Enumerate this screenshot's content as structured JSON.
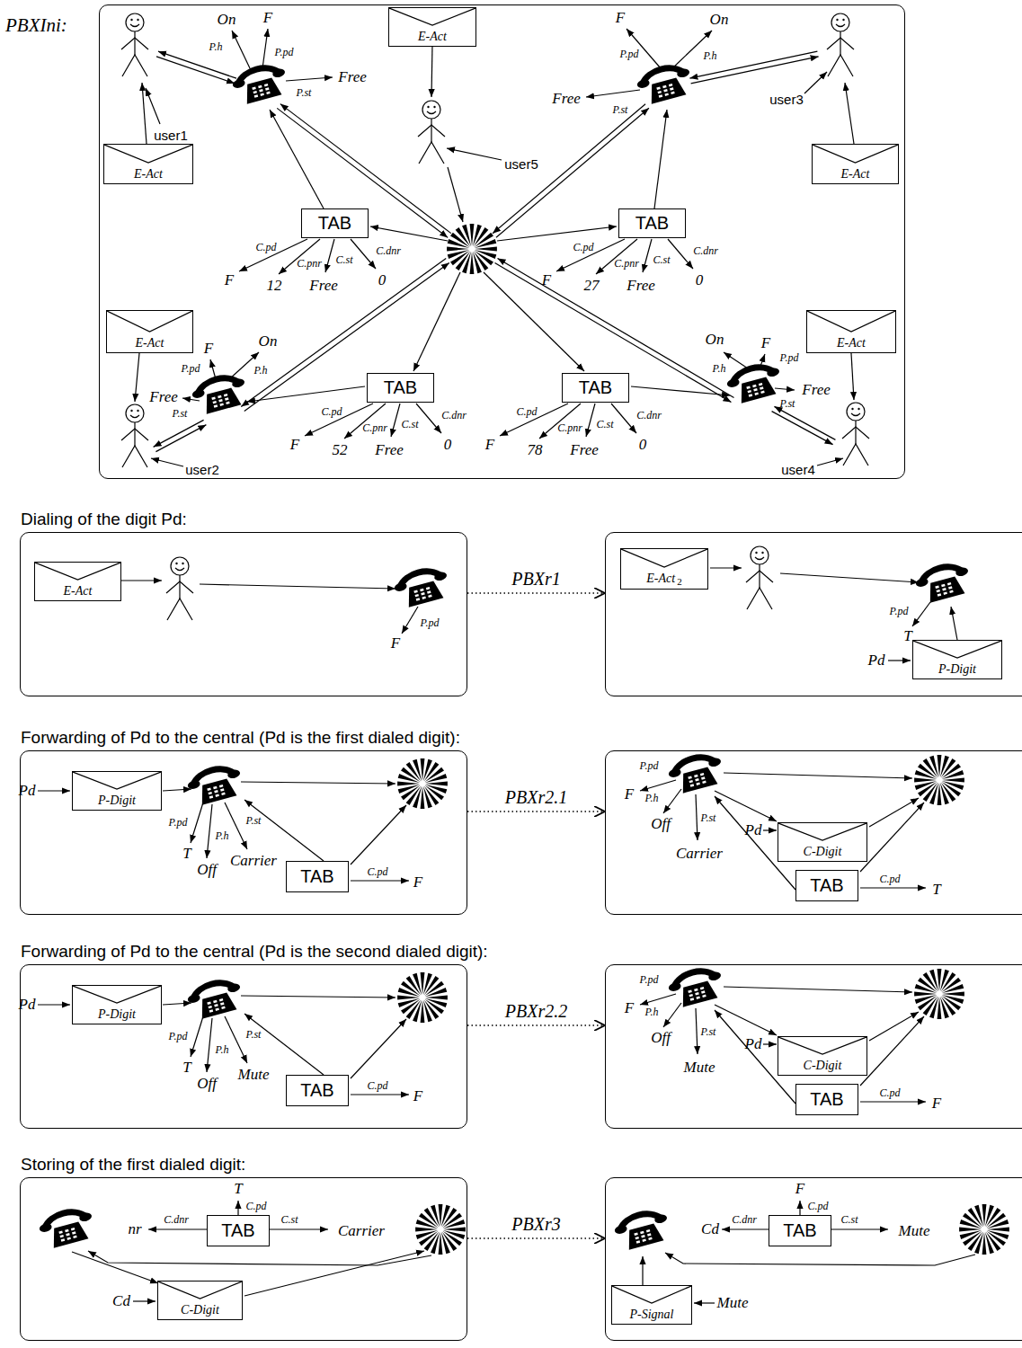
{
  "diagram": {
    "nodes": [
      {
        "text": [
          "PBXIni:"
        ]
      },
      {
        "text": [
          "E-Act"
        ],
        "in": 0
      },
      {
        "text": [
          "E-Act"
        ],
        "in": 0
      },
      {
        "text": [
          "E-Act"
        ],
        "in": 0
      },
      {
        "text": [
          "TAB"
        ],
        "in": 0
      },
      {
        "text": [
          "TAB"
        ],
        "in": 0
      },
      {
        "text": [
          "E-Act"
        ],
        "in": 0
      },
      {
        "text": [
          "E-Act"
        ],
        "in": 0
      },
      {
        "text": [
          "TAB"
        ],
        "in": 0
      },
      {
        "text": [
          "TAB"
        ],
        "in": 0
      },
      {
        "text": [
          "Dialing of the digit Pd:"
        ]
      },
      {
        "text": [
          "E-Act"
        ],
        "in": 10
      },
      {
        "text": []
      },
      {
        "text": [
          "E-Act",
          "2"
        ],
        "in": 12
      },
      {
        "text": [
          "P-Digit"
        ],
        "in": 12
      },
      {
        "text": [
          "Forwarding of Pd to the central (Pd is the first dialed digit):"
        ]
      },
      {
        "text": [
          "P-Digit"
        ],
        "in": 15
      },
      {
        "text": [
          "TAB"
        ],
        "in": 15
      },
      {
        "text": []
      },
      {
        "text": [
          "C-Digit"
        ],
        "in": 18
      },
      {
        "text": [
          "TAB"
        ],
        "in": 18
      },
      {
        "text": [
          "Forwarding of Pd to the central (Pd is the second dialed digit):"
        ]
      },
      {
        "text": [
          "P-Digit"
        ],
        "in": 21
      },
      {
        "text": [
          "TAB"
        ],
        "in": 21
      },
      {
        "text": []
      },
      {
        "text": [
          "C-Digit"
        ],
        "in": 24
      },
      {
        "text": [
          "TAB"
        ],
        "in": 24
      },
      {
        "text": [
          "Storing of the first dialed digit:"
        ]
      },
      {
        "text": [
          "TAB"
        ],
        "in": 27
      },
      {
        "text": [
          "C-Digit"
        ],
        "in": 27
      },
      {
        "text": []
      },
      {
        "text": [
          "TAB"
        ],
        "in": 30
      },
      {
        "text": [
          "P-Signal"
        ],
        "in": 30
      }
    ],
    "edges": [
      {
        "from": 10,
        "to": 12,
        "label": "PBXr1",
        "arrow": "to"
      },
      {
        "from": 15,
        "to": 18,
        "label": "PBXr2.1",
        "arrow": "to"
      },
      {
        "from": 21,
        "to": 24,
        "label": "PBXr2.2",
        "arrow": "to"
      },
      {
        "from": 27,
        "to": 30,
        "label": "PBXr3",
        "arrow": "to"
      }
    ],
    "labels": [
      "On",
      "P.h",
      "F",
      "P.pd",
      "Free",
      "P.st",
      "F",
      "P.pd",
      "On",
      "P.h",
      "Free",
      "P.st",
      "F",
      "P.pd",
      "On",
      "P.h",
      "Free",
      "P.st",
      "On",
      "P.h",
      "F",
      "P.pd",
      "Free",
      "P.st",
      "C.pd",
      "F",
      "C.pnr",
      "12",
      "C.st",
      "Free",
      "C.dnr",
      "0",
      "C.pd",
      "F",
      "C.pnr",
      "27",
      "C.st",
      "Free",
      "C.dnr",
      "0",
      "C.pd",
      "F",
      "C.pnr",
      "52",
      "C.st",
      "Free",
      "C.dnr",
      "0",
      "C.pd",
      "F",
      "C.pnr",
      "78",
      "C.st",
      "Free",
      "C.dnr",
      "0",
      "user1",
      "user3",
      "user5",
      "user2",
      "user4",
      "P.pd",
      "F",
      "P.pd",
      "T",
      "Pd",
      "Pd",
      "P.pd",
      "T",
      "P.h",
      "Off",
      "P.st",
      "Carrier",
      "C.pd",
      "F",
      "F",
      "P.pd",
      "P.h",
      "Off",
      "P.st",
      "Carrier",
      "Pd",
      "C.pd",
      "T",
      "Pd",
      "P.pd",
      "T",
      "P.h",
      "Off",
      "P.st",
      "Mute",
      "C.pd",
      "F",
      "F",
      "P.pd",
      "P.h",
      "Off",
      "P.st",
      "Mute",
      "Pd",
      "C.pd",
      "F",
      "T",
      "C.pd",
      "nr",
      "C.dnr",
      "C.st",
      "Carrier",
      "Cd",
      "F",
      "C.pd",
      "Cd",
      "C.dnr",
      "C.st",
      "Mute",
      "Mute"
    ]
  }
}
